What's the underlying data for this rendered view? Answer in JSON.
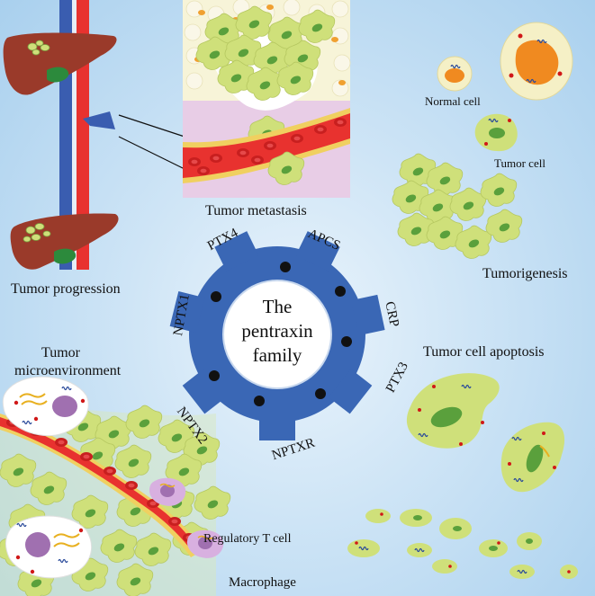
{
  "center": {
    "line1": "The",
    "line2": "pentraxin",
    "line3": "family"
  },
  "members": {
    "ptx4": "PTX4",
    "apcs": "APCS",
    "crp": "CRP",
    "ptx3": "PTX3",
    "nptxr": "NPTXR",
    "nptx2": "NPTX2",
    "nptx1": "NPTX1"
  },
  "labels": {
    "tumor_metastasis": "Tumor  metastasis",
    "tumor_progression": "Tumor progression",
    "normal_cell": "Normal cell",
    "tumor_cell": "Tumor cell",
    "tumorigenesis": "Tumorigenesis",
    "tumor_cell_apoptosis": "Tumor cell apoptosis",
    "tme_line1": "Tumor",
    "tme_line2": "microenvironment",
    "regulatory_t_cell": "Regulatory T cell",
    "macrophage": "Macrophage"
  },
  "colors": {
    "background": "#cfe5f6",
    "gear": "#3a67b5",
    "liver": "#9a3a2a",
    "gallbladder": "#2c8a3c",
    "tumor_cell_body": "#cfe07a",
    "tumor_cell_nucleus": "#5aa03c",
    "red_blood_cell": "#e02a2a",
    "vessel": "#e83a3a"
  }
}
